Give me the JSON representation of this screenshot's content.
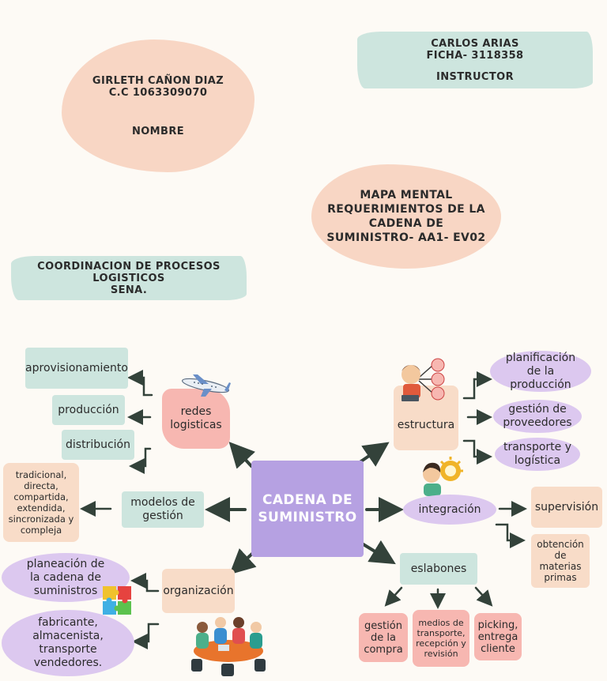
{
  "header": {
    "student_line1": "GIRLETH CAÑON DIAZ",
    "student_line2": "C.C 1063309070",
    "student_role": "NOMBRE",
    "instructor_line1": "CARLOS ARIAS",
    "instructor_line2": "FICHA- 3118358",
    "instructor_role": "INSTRUCTOR",
    "title": "MAPA MENTAL\nREQUERIMIENTOS DE LA\nCADENA DE\nSUMINISTRO- AA1- EV02",
    "program": "COORDINACION DE PROCESOS LOGISTICOS\nSENA."
  },
  "map": {
    "center": "CADENA DE\nSUMINISTRO",
    "left": {
      "redes": "redes\nlogisticas",
      "redes_items": [
        "aprovisionamiento",
        "producción",
        "distribución"
      ],
      "modelos": "modelos de\ngestión",
      "modelos_item": "tradicional,\ndirecta,\ncompartida,\nextendida,\nsincronizada y\ncompleja",
      "organizacion": "organización",
      "org_items": [
        "planeación de\nla cadena de\nsuministros",
        "fabricante,\nalmacenista,\ntransporte\nvendedores."
      ]
    },
    "right": {
      "estructura": "estructura",
      "estructura_items": [
        "planificación\nde la\nproducción",
        "gestión de\nproveedores",
        "transporte y\nlogística"
      ],
      "integracion": "integración",
      "integracion_items": [
        "supervisión",
        "obtención\nde\nmaterias\nprimas"
      ],
      "eslabones": "eslabones",
      "eslabones_items": [
        "gestión\nde la\ncompra",
        "medios de\ntransporte,\nrecepción y\nrevisión",
        "picking,\nentrega\ncliente"
      ]
    }
  },
  "colors": {
    "peach": "#f8d6c4",
    "mint": "#cde5de",
    "pink": "#f7b7b1",
    "lavender": "#dcc8ef",
    "center": "#b6a1e2",
    "arrow": "#33423a"
  },
  "icons": [
    "airplane-icon",
    "team-network-icon",
    "idea-person-icon",
    "puzzle-icon",
    "meeting-team-icon"
  ]
}
